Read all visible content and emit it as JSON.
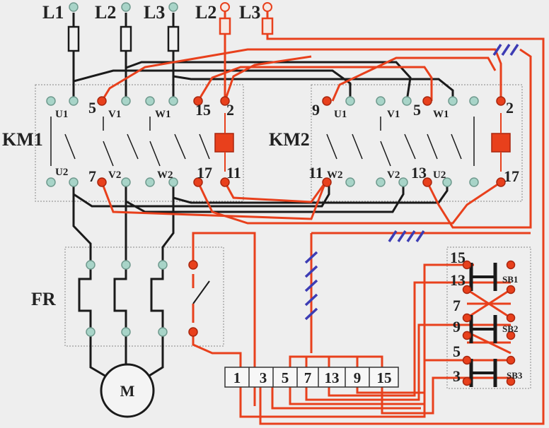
{
  "supply": {
    "l1": "L1",
    "l2": "L2",
    "l3": "L3",
    "ctrl_l2": "L2",
    "ctrl_l3": "L3"
  },
  "km1": {
    "name": "KM1",
    "top": [
      "U1",
      "5",
      "V1",
      "W1",
      "15",
      "2"
    ],
    "bottom": [
      "U2",
      "7",
      "V2",
      "W2",
      "17",
      "11"
    ]
  },
  "km2": {
    "name": "KM2",
    "top": [
      "9",
      "U1",
      "V1",
      "5",
      "W1",
      "2"
    ],
    "bottom": [
      "11",
      "W2",
      "V2",
      "13",
      "U2",
      "17"
    ]
  },
  "fr": {
    "name": "FR"
  },
  "motor": {
    "label": "M"
  },
  "buttons": {
    "sb1": "SB1",
    "sb2": "SB2",
    "sb3": "SB3",
    "numbers": [
      "15",
      "13",
      "7",
      "9",
      "5",
      "3"
    ]
  },
  "terminals": [
    "1",
    "3",
    "5",
    "7",
    "13",
    "9",
    "15"
  ],
  "colors": {
    "power": "#1a1a1a",
    "control": "#e8401c",
    "hatch": "#3c3cb4"
  }
}
